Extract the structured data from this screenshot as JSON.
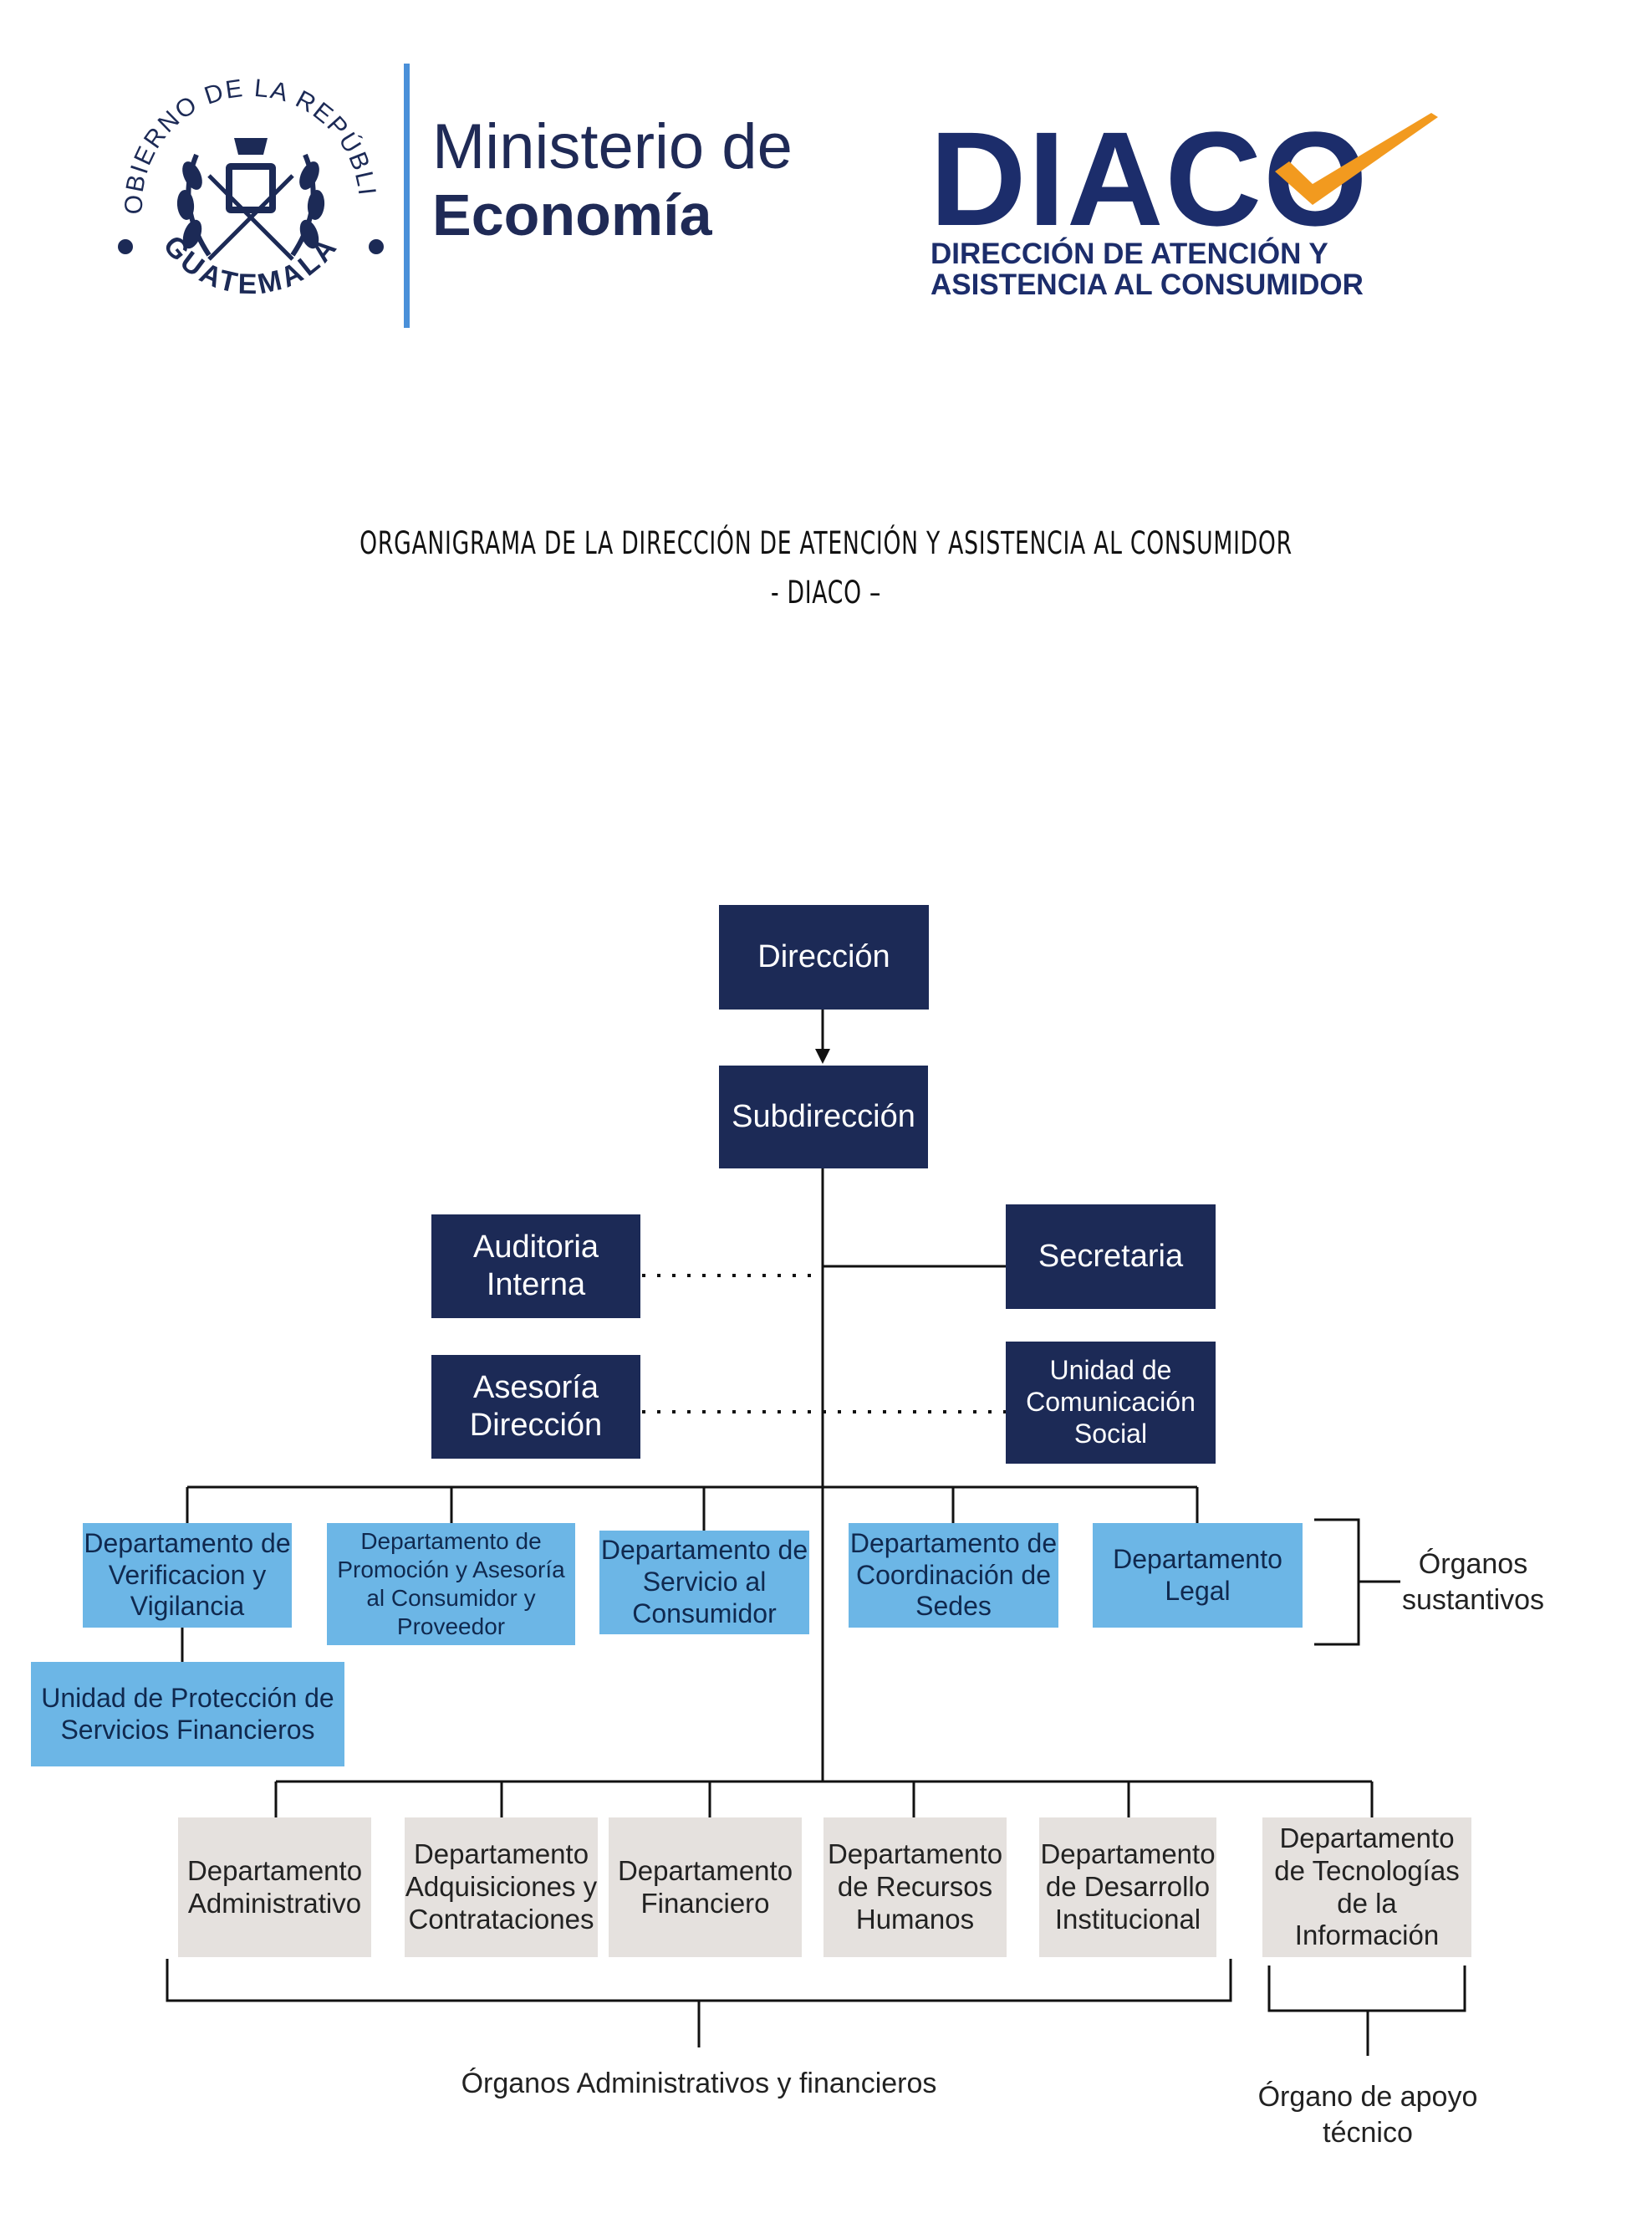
{
  "header": {
    "seal": {
      "ring_text_top": "GOBIERNO DE LA REPÚBLICA",
      "ring_text_bottom": "GUATEMALA"
    },
    "ministry": {
      "line1": "Ministerio de",
      "line2": "Economía"
    },
    "diaco": {
      "wordmark": "DIACO",
      "sub1": "DIRECCIÓN DE ATENCIÓN Y",
      "sub2": "ASISTENCIA AL CONSUMIDOR",
      "colors": {
        "navy": "#1c2d6b",
        "accent": "#4fa3e3",
        "check": "#f29a1f"
      }
    }
  },
  "title": {
    "line1": "ORGANIGRAMA DE LA DIRECCIÓN DE ATENCIÓN Y ASISTENCIA AL CONSUMIDOR",
    "line2": "- DIACO –"
  },
  "org": {
    "colors": {
      "dark": "#1c2a56",
      "blue": "#6cb6e6",
      "gray": "#e5e1de"
    },
    "direccion": "Dirección",
    "subdireccion": "Subdirección",
    "auditoria": "Auditoria Interna",
    "asesoria": "Asesoría Dirección",
    "secretaria": "Secretaria",
    "comunicacion": "Unidad de Comunicación Social",
    "sustantivos": {
      "verificacion": "Departamento de Verificacion y Vigilancia",
      "promocion": "Departamento de Promoción y Asesoría al Consumidor y Proveedor",
      "servicio": "Departamento de Servicio al Consumidor",
      "coordinacion": "Departamento de Coordinación de Sedes",
      "legal": "Departamento Legal",
      "proteccion": "Unidad de Protección de Servicios Financieros",
      "label": "Órganos sustantivos"
    },
    "administrativos": {
      "administrativo": "Departamento Administrativo",
      "adquisiciones": "Departamento Adquisiciones y Contrataciones",
      "financiero": "Departamento Financiero",
      "rrhh": "Departamento de Recursos Humanos",
      "desarrollo": "Departamento de Desarrollo Institucional",
      "label": "Órganos Administrativos y financieros"
    },
    "apoyo": {
      "tecnologias": "Departamento de Tecnologías de la Información",
      "label": "Órgano de apoyo técnico"
    }
  }
}
